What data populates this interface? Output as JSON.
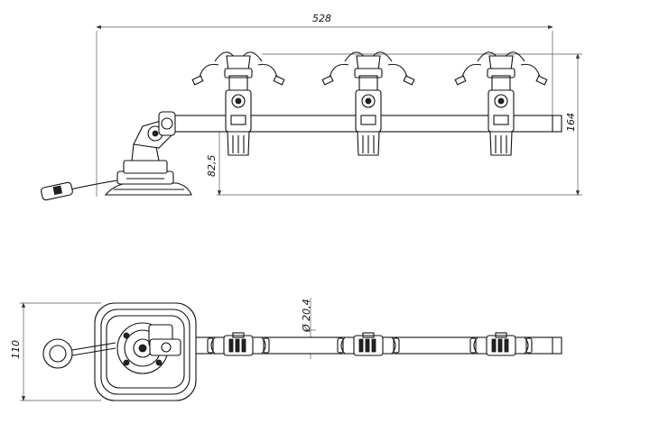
{
  "dimensions": {
    "overall_length": "528",
    "overall_height": "164",
    "bar_height": "82,5",
    "tube_diameter": "Ø 20,4",
    "base_width": "110"
  }
}
